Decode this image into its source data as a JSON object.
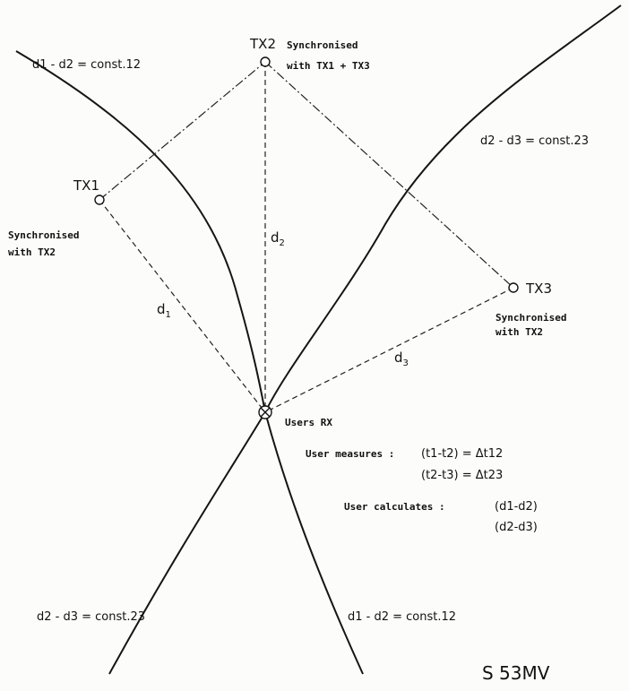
{
  "transmitters": {
    "tx1": {
      "label": "TX1",
      "note_line1": "Synchronised",
      "note_line2": "with TX2"
    },
    "tx2": {
      "label": "TX2",
      "note_line1": "Synchronised",
      "note_line2": "with TX1 + TX3"
    },
    "tx3": {
      "label": "TX3",
      "note_line1": "Synchronised",
      "note_line2": "with TX2"
    }
  },
  "receiver": {
    "label": "Users RX"
  },
  "distances": {
    "d1": "d",
    "d1_sub": "1",
    "d2": "d",
    "d2_sub": "2",
    "d3": "d",
    "d3_sub": "3"
  },
  "hyperbolas": {
    "h12_top": "d1 - d2 = const.12",
    "h23_top": "d2 - d3 = const.23",
    "h23_bottom": "d2 - d3 = const.23",
    "h12_bottom": "d1 - d2 = const.12"
  },
  "measures": {
    "label": "User measures :",
    "eq1": "(t1-t2) = Δt12",
    "eq2": "(t2-t3) = Δt23"
  },
  "calculates": {
    "label": "User calculates :",
    "eq1": "(d1-d2)",
    "eq2": "(d2-d3)"
  },
  "figure_code": "S 53MV"
}
